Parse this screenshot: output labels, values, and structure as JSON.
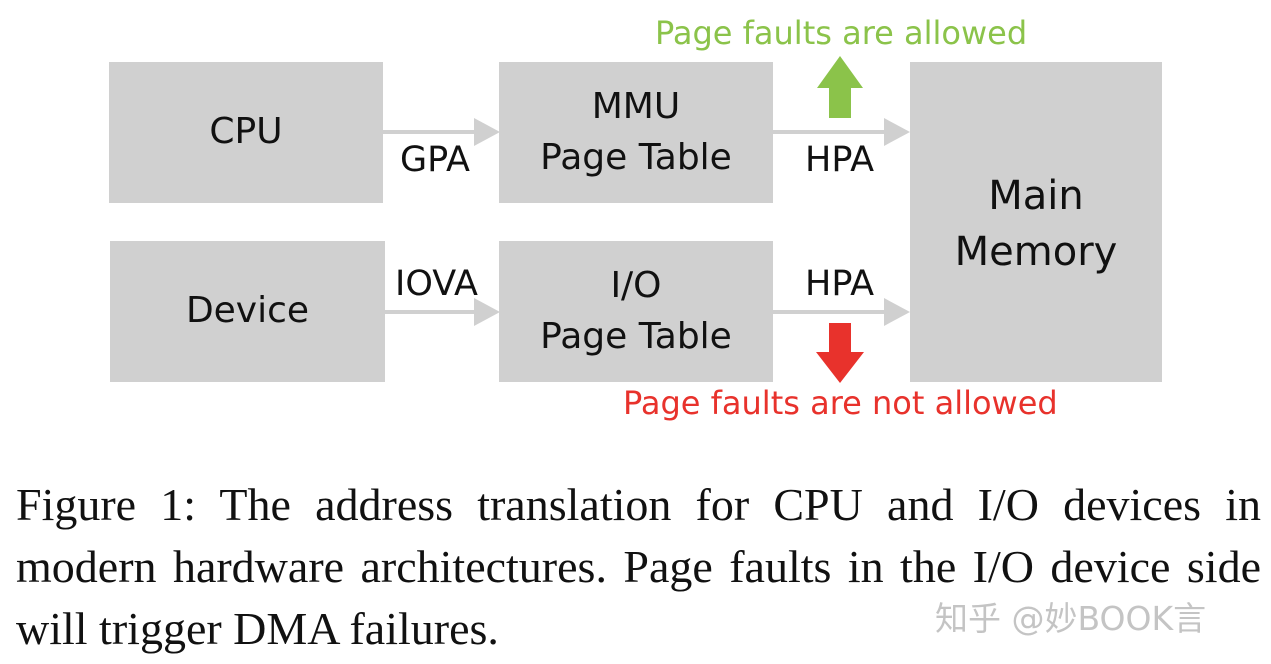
{
  "boxes": {
    "cpu": "CPU",
    "device": "Device",
    "mmu_line1": "MMU",
    "mmu_line2": "Page Table",
    "io_line1": "I/O",
    "io_line2": "Page Table",
    "memory_line1": "Main",
    "memory_line2": "Memory"
  },
  "labels": {
    "gpa": "GPA",
    "iova": "IOVA",
    "hpa_top": "HPA",
    "hpa_bottom": "HPA"
  },
  "notes": {
    "allowed": "Page faults are allowed",
    "not_allowed": "Page faults are not allowed"
  },
  "colors": {
    "allowed": "#8bc34a",
    "not_allowed": "#e8322c",
    "box": "#d0d0d0",
    "arrow": "#d0d0d0"
  },
  "caption": "Figure 1: The address translation for CPU and I/O devices in modern hardware architectures. Page faults in the I/O device side will trigger DMA failures.",
  "watermark": "知乎 @妙BOOK言"
}
